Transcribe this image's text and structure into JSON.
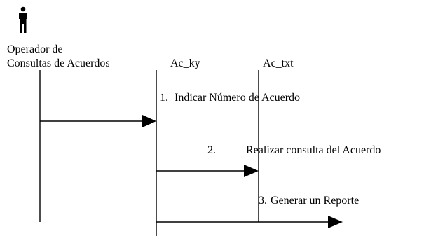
{
  "actors": [
    {
      "id": "operador",
      "line1": "Operador de",
      "line2": "Consultas de Acuerdos",
      "icon": "stick-figure-icon"
    },
    {
      "id": "ac_ky",
      "label": "Ac_ky"
    },
    {
      "id": "ac_txt",
      "label": "Ac_txt"
    }
  ],
  "messages": [
    {
      "id": "m1",
      "number": "1.",
      "text": "Indicar Número de Acuerdo",
      "from": "operador",
      "to": "ac_ky"
    },
    {
      "id": "m2",
      "number": "2.",
      "text": "Realizar consulta del  Acuerdo",
      "from": "ac_ky",
      "to": "ac_txt"
    },
    {
      "id": "m3",
      "number": "3.",
      "text": "Generar un Reporte",
      "from": "ac_ky",
      "to": "outside"
    }
  ],
  "colors": {
    "line": "#000000",
    "background": "#ffffff"
  }
}
